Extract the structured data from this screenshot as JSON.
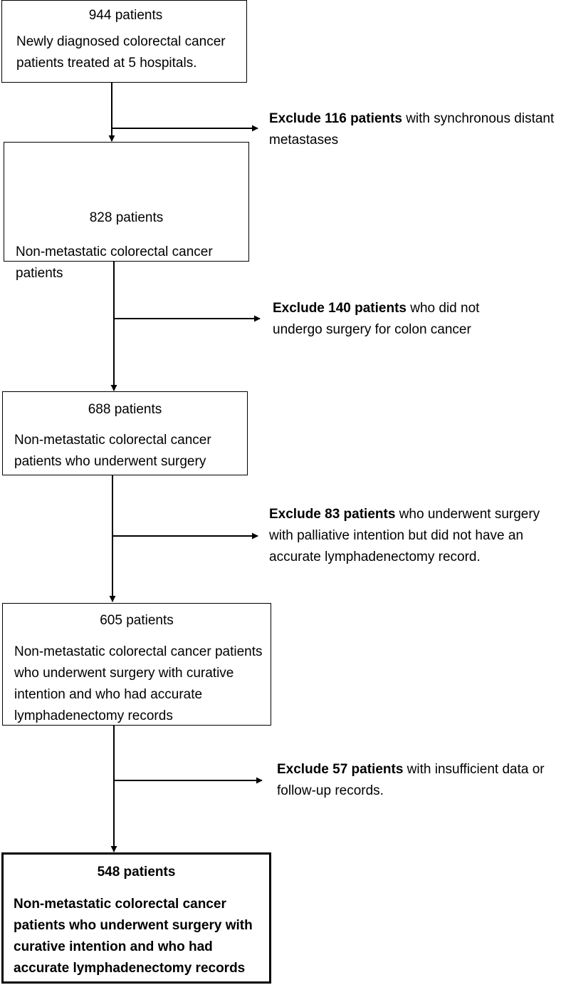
{
  "boxes": [
    {
      "count": "944 patients",
      "desc": "Newly diagnosed colorectal cancer patients treated at 5 hospitals."
    },
    {
      "count": "828 patients",
      "desc": "Non-metastatic colorectal cancer patients"
    },
    {
      "count": "688 patients",
      "desc": "Non-metastatic colorectal cancer patients who underwent surgery"
    },
    {
      "count": "605 patients",
      "desc": "Non-metastatic colorectal cancer patients who underwent surgery with curative intention and who had accurate lymphadenectomy records"
    },
    {
      "count": "548 patients",
      "desc": "Non-metastatic colorectal cancer patients who underwent surgery with curative intention and who had accurate lymphadenectomy records"
    }
  ],
  "exclusions": [
    {
      "bold": "Exclude 116 patients",
      "rest": " with synchronous distant metastases"
    },
    {
      "bold": "Exclude 140 patients",
      "rest": " who did not undergo surgery for colon cancer"
    },
    {
      "bold": "Exclude 83 patients",
      "rest": " who underwent surgery with palliative intention but did not have an accurate lymphadenectomy record."
    },
    {
      "bold": "Exclude 57 patients",
      "rest": " with insufficient data or follow-up records."
    }
  ]
}
